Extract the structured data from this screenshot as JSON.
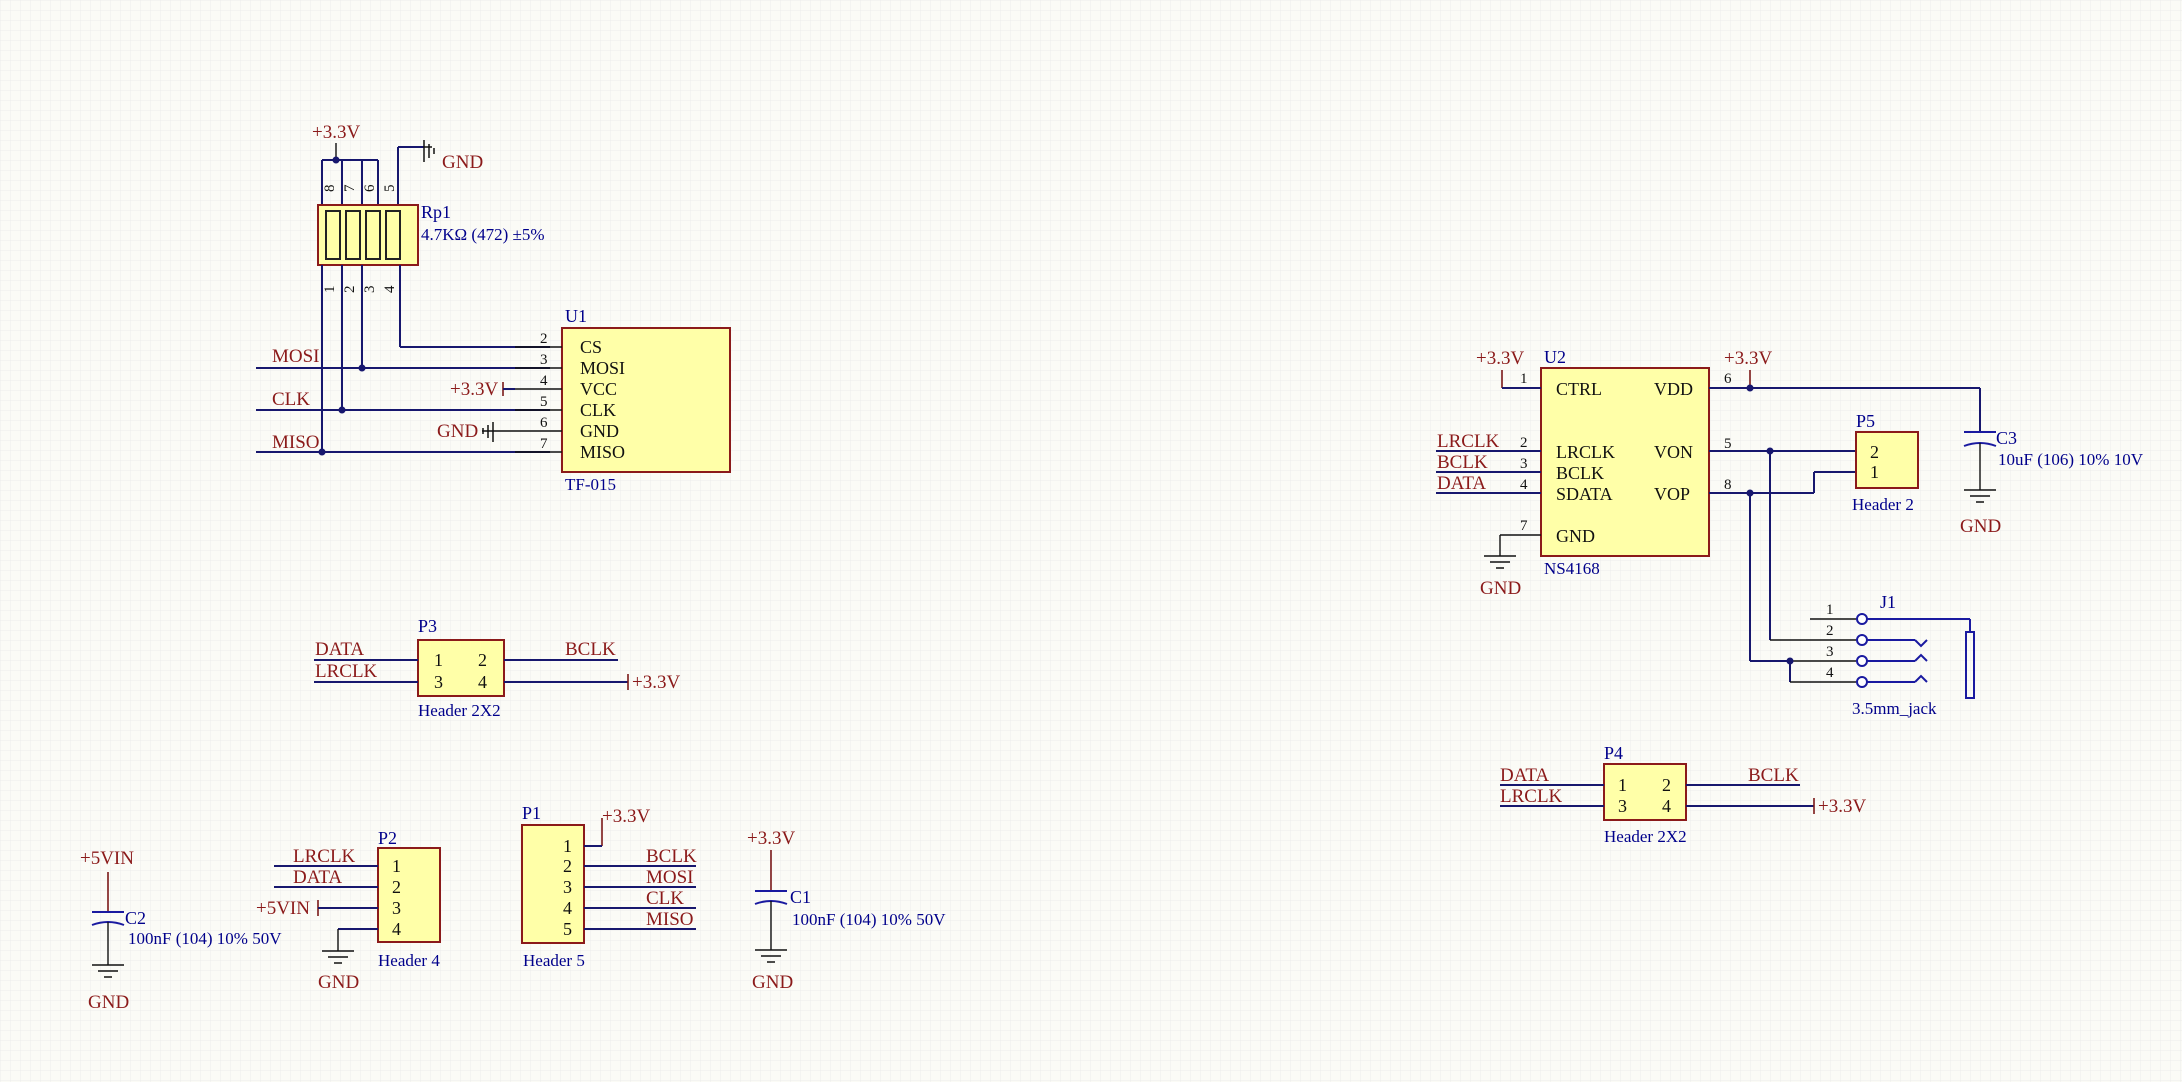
{
  "nets": {
    "v33": "+3.3V",
    "gnd": "GND",
    "v5vin": "+5VIN",
    "mosi": "MOSI",
    "clk": "CLK",
    "miso": "MISO",
    "data": "DATA",
    "lrclk": "LRCLK",
    "bclk": "BCLK"
  },
  "rp1": {
    "designator": "Rp1",
    "value": "4.7KΩ (472) ±5%",
    "pins_top": [
      "8",
      "7",
      "6",
      "5"
    ],
    "pins_bottom": [
      "1",
      "2",
      "3",
      "4"
    ]
  },
  "u1": {
    "designator": "U1",
    "part": "TF-015",
    "pins": [
      {
        "num": "2",
        "name": "CS"
      },
      {
        "num": "3",
        "name": "MOSI"
      },
      {
        "num": "4",
        "name": "VCC"
      },
      {
        "num": "5",
        "name": "CLK"
      },
      {
        "num": "6",
        "name": "GND"
      },
      {
        "num": "7",
        "name": "MISO"
      }
    ]
  },
  "u2": {
    "designator": "U2",
    "part": "NS4168",
    "left_pins": [
      {
        "num": "1",
        "name": "CTRL"
      },
      {
        "num": "2",
        "name": "LRCLK"
      },
      {
        "num": "3",
        "name": "BCLK"
      },
      {
        "num": "4",
        "name": "SDATA"
      },
      {
        "num": "7",
        "name": "GND"
      }
    ],
    "right_pins": [
      {
        "num": "6",
        "name": "VDD"
      },
      {
        "num": "5",
        "name": "VON"
      },
      {
        "num": "8",
        "name": "VOP"
      }
    ]
  },
  "p5": {
    "designator": "P5",
    "part": "Header 2",
    "pins": [
      "2",
      "1"
    ]
  },
  "c3": {
    "designator": "C3",
    "value": "10uF (106) 10% 10V"
  },
  "j1": {
    "designator": "J1",
    "part": "3.5mm_jack",
    "pins": [
      "1",
      "2",
      "3",
      "4"
    ]
  },
  "p3": {
    "designator": "P3",
    "part": "Header 2X2",
    "pins": [
      "1",
      "2",
      "3",
      "4"
    ]
  },
  "p4": {
    "designator": "P4",
    "part": "Header 2X2",
    "pins": [
      "1",
      "2",
      "3",
      "4"
    ]
  },
  "p2": {
    "designator": "P2",
    "part": "Header 4",
    "pins": [
      "1",
      "2",
      "3",
      "4"
    ]
  },
  "p1": {
    "designator": "P1",
    "part": "Header 5",
    "pins": [
      "1",
      "2",
      "3",
      "4",
      "5"
    ]
  },
  "c2": {
    "designator": "C2",
    "value": "100nF (104) 10% 50V"
  },
  "c1": {
    "designator": "C1",
    "value": "100nF (104) 10% 50V"
  }
}
